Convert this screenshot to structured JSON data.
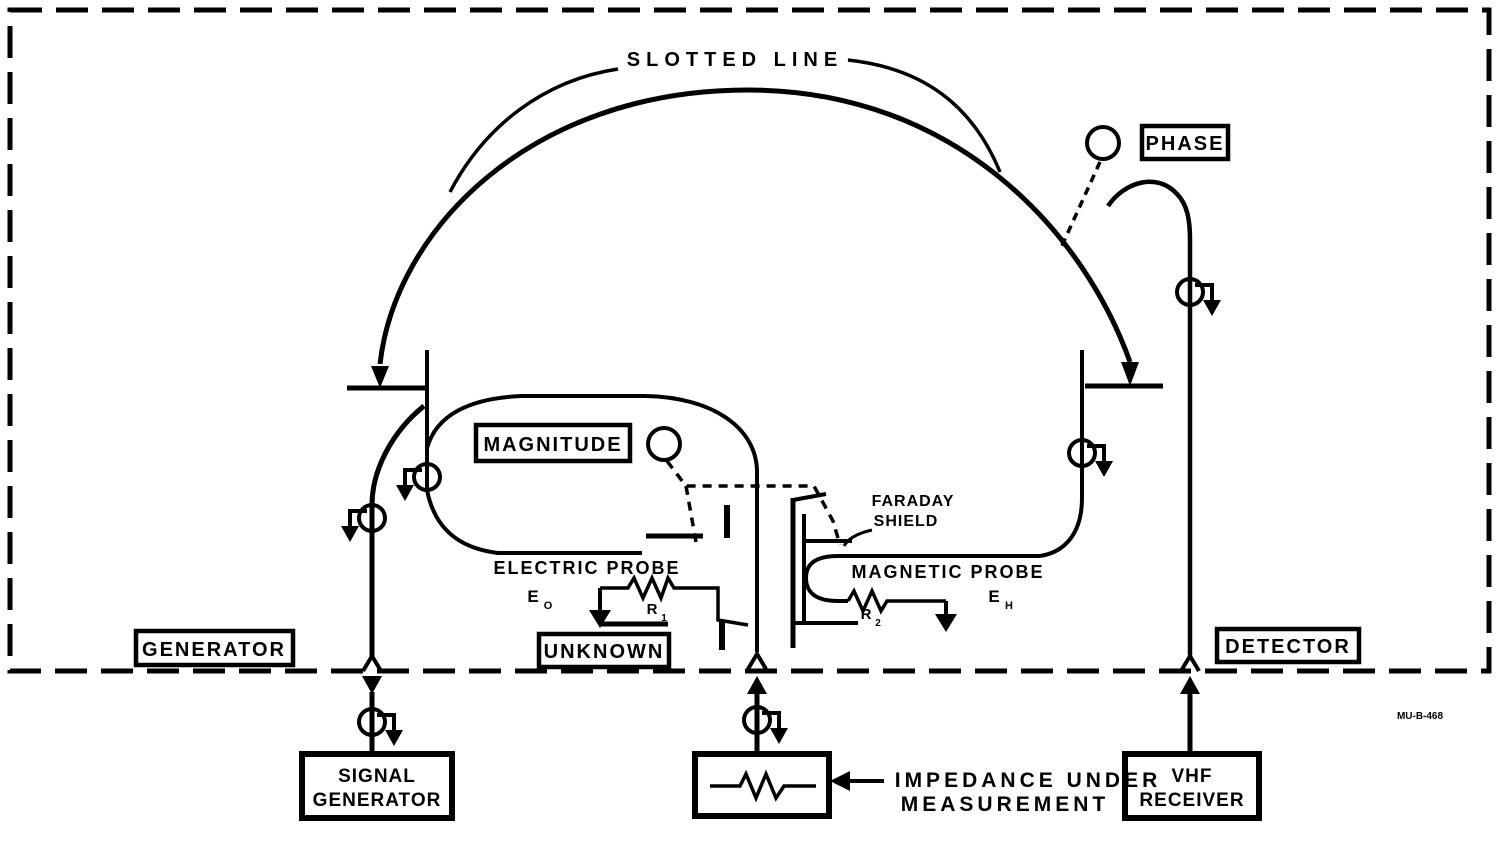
{
  "figure_code": "MU-B-468",
  "colors": {
    "ink": "#000000",
    "paper": "#ffffff"
  },
  "labels": {
    "slotted_line": "SLOTTED LINE",
    "phase": "PHASE",
    "magnitude": "MAGNITUDE",
    "faraday_1": "FARADAY",
    "faraday_2": "SHIELD",
    "electric_probe": "ELECTRIC PROBE",
    "electric_probe_sym": "E",
    "electric_probe_sub": "O",
    "magnetic_probe": "MAGNETIC PROBE",
    "magnetic_probe_sym": "E",
    "magnetic_probe_sub": "H",
    "r1_sym": "R",
    "r1_sub": "1",
    "r2_sym": "R",
    "r2_sub": "2",
    "generator": "GENERATOR",
    "unknown": "UNKNOWN",
    "detector": "DETECTOR",
    "impedance_1": "IMPEDANCE UNDER",
    "impedance_2": "MEASUREMENT"
  },
  "boxes": {
    "signal_generator_1": "SIGNAL",
    "signal_generator_2": "GENERATOR",
    "vhf_receiver_1": "VHF",
    "vhf_receiver_2": "RECEIVER"
  }
}
